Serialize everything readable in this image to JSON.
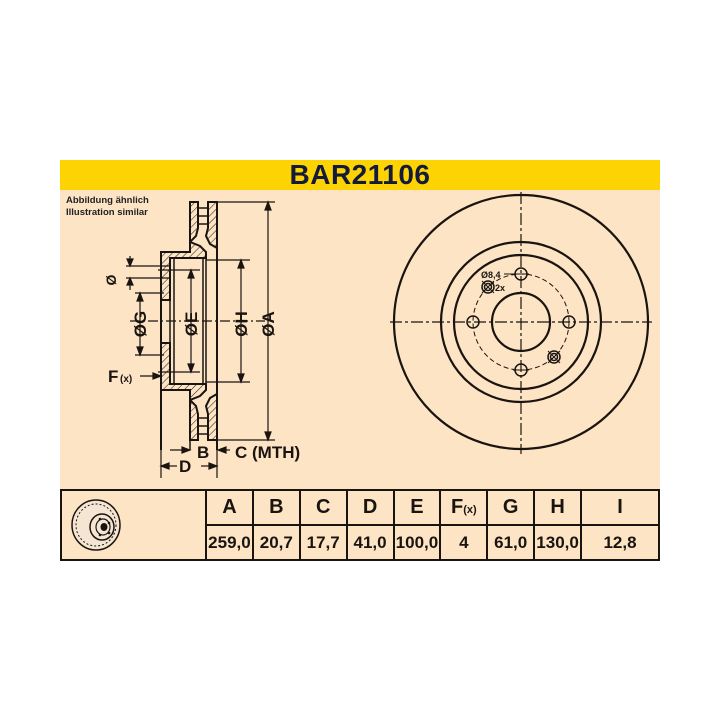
{
  "header": {
    "title": "BAR21106",
    "background_color": "#fdd304",
    "title_color": "#131a3a"
  },
  "note": {
    "line1": "Abbildung ähnlich",
    "line2": "Illustration similar"
  },
  "section_view": {
    "labels": {
      "dia_hole": "Ø",
      "G": "ØG",
      "E": "ØE",
      "H": "ØH",
      "A": "ØA",
      "F": "F",
      "F_sub": "(x)",
      "B": "B",
      "C": "C (MTH)",
      "D": "D"
    }
  },
  "front_view": {
    "hole_label": "Ø8,4",
    "hole_count": "2x",
    "bolt_holes": 4
  },
  "table": {
    "headers": [
      "A",
      "B",
      "C",
      "D",
      "E",
      "F",
      "G",
      "H",
      "I"
    ],
    "f_sub": "(x)",
    "values": [
      "259,0",
      "20,7",
      "17,7",
      "41,0",
      "100,0",
      "4",
      "61,0",
      "130,0",
      "12,8"
    ]
  },
  "colors": {
    "sheet_background": "#fde4c4",
    "line_color": "#1a1410"
  }
}
